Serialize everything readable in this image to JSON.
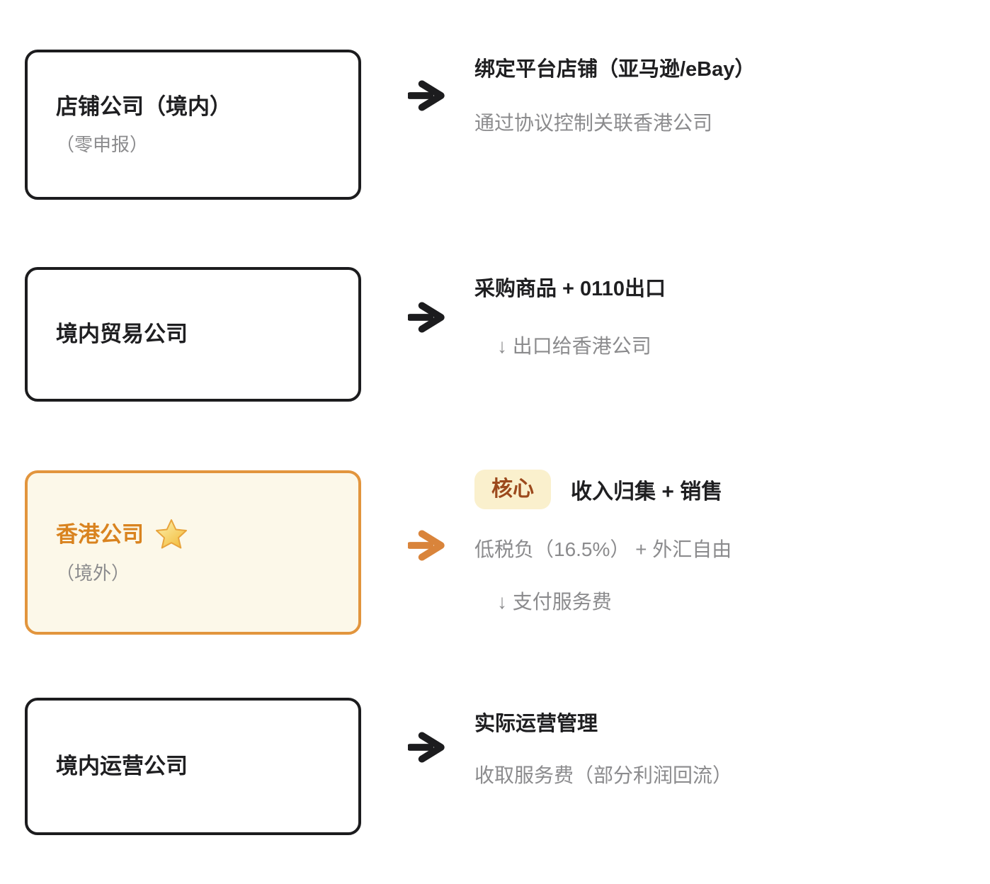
{
  "colors": {
    "box_border_dark": "#1c1c1e",
    "text_dark": "#1f1f21",
    "text_gray": "#8b8b8d",
    "orange_border": "#e2953d",
    "orange_text": "#d9831f",
    "orange_bg": "#fcf8e9",
    "badge_bg": "#faf0cd",
    "badge_text": "#9c4a1d",
    "arrow_dark": "#1c1c1e",
    "arrow_orange": "#d9843b",
    "star_light": "#fdf3b3",
    "star_gold": "#f2bb3a",
    "star_stroke": "#e8a43c"
  },
  "rows": [
    {
      "box": {
        "title": "店铺公司（境内）",
        "subtitle": "（零申报）"
      },
      "right": {
        "title": "绑定平台店铺（亚马逊/eBay）",
        "note": "通过协议控制关联香港公司"
      }
    },
    {
      "box": {
        "title": "境内贸易公司"
      },
      "right": {
        "title": "采购商品 + 0110出口",
        "note_indent": "↓ 出口给香港公司"
      }
    },
    {
      "box": {
        "title": "香港公司",
        "subtitle": "（境外）",
        "starred": true
      },
      "right": {
        "badge": "核心",
        "title": "收入归集 + 销售",
        "note": "低税负（16.5%） + 外汇自由",
        "note_indent": "↓ 支付服务费"
      }
    },
    {
      "box": {
        "title": "境内运营公司"
      },
      "right": {
        "title": "实际运营管理",
        "note": "收取服务费（部分利润回流）"
      }
    }
  ]
}
